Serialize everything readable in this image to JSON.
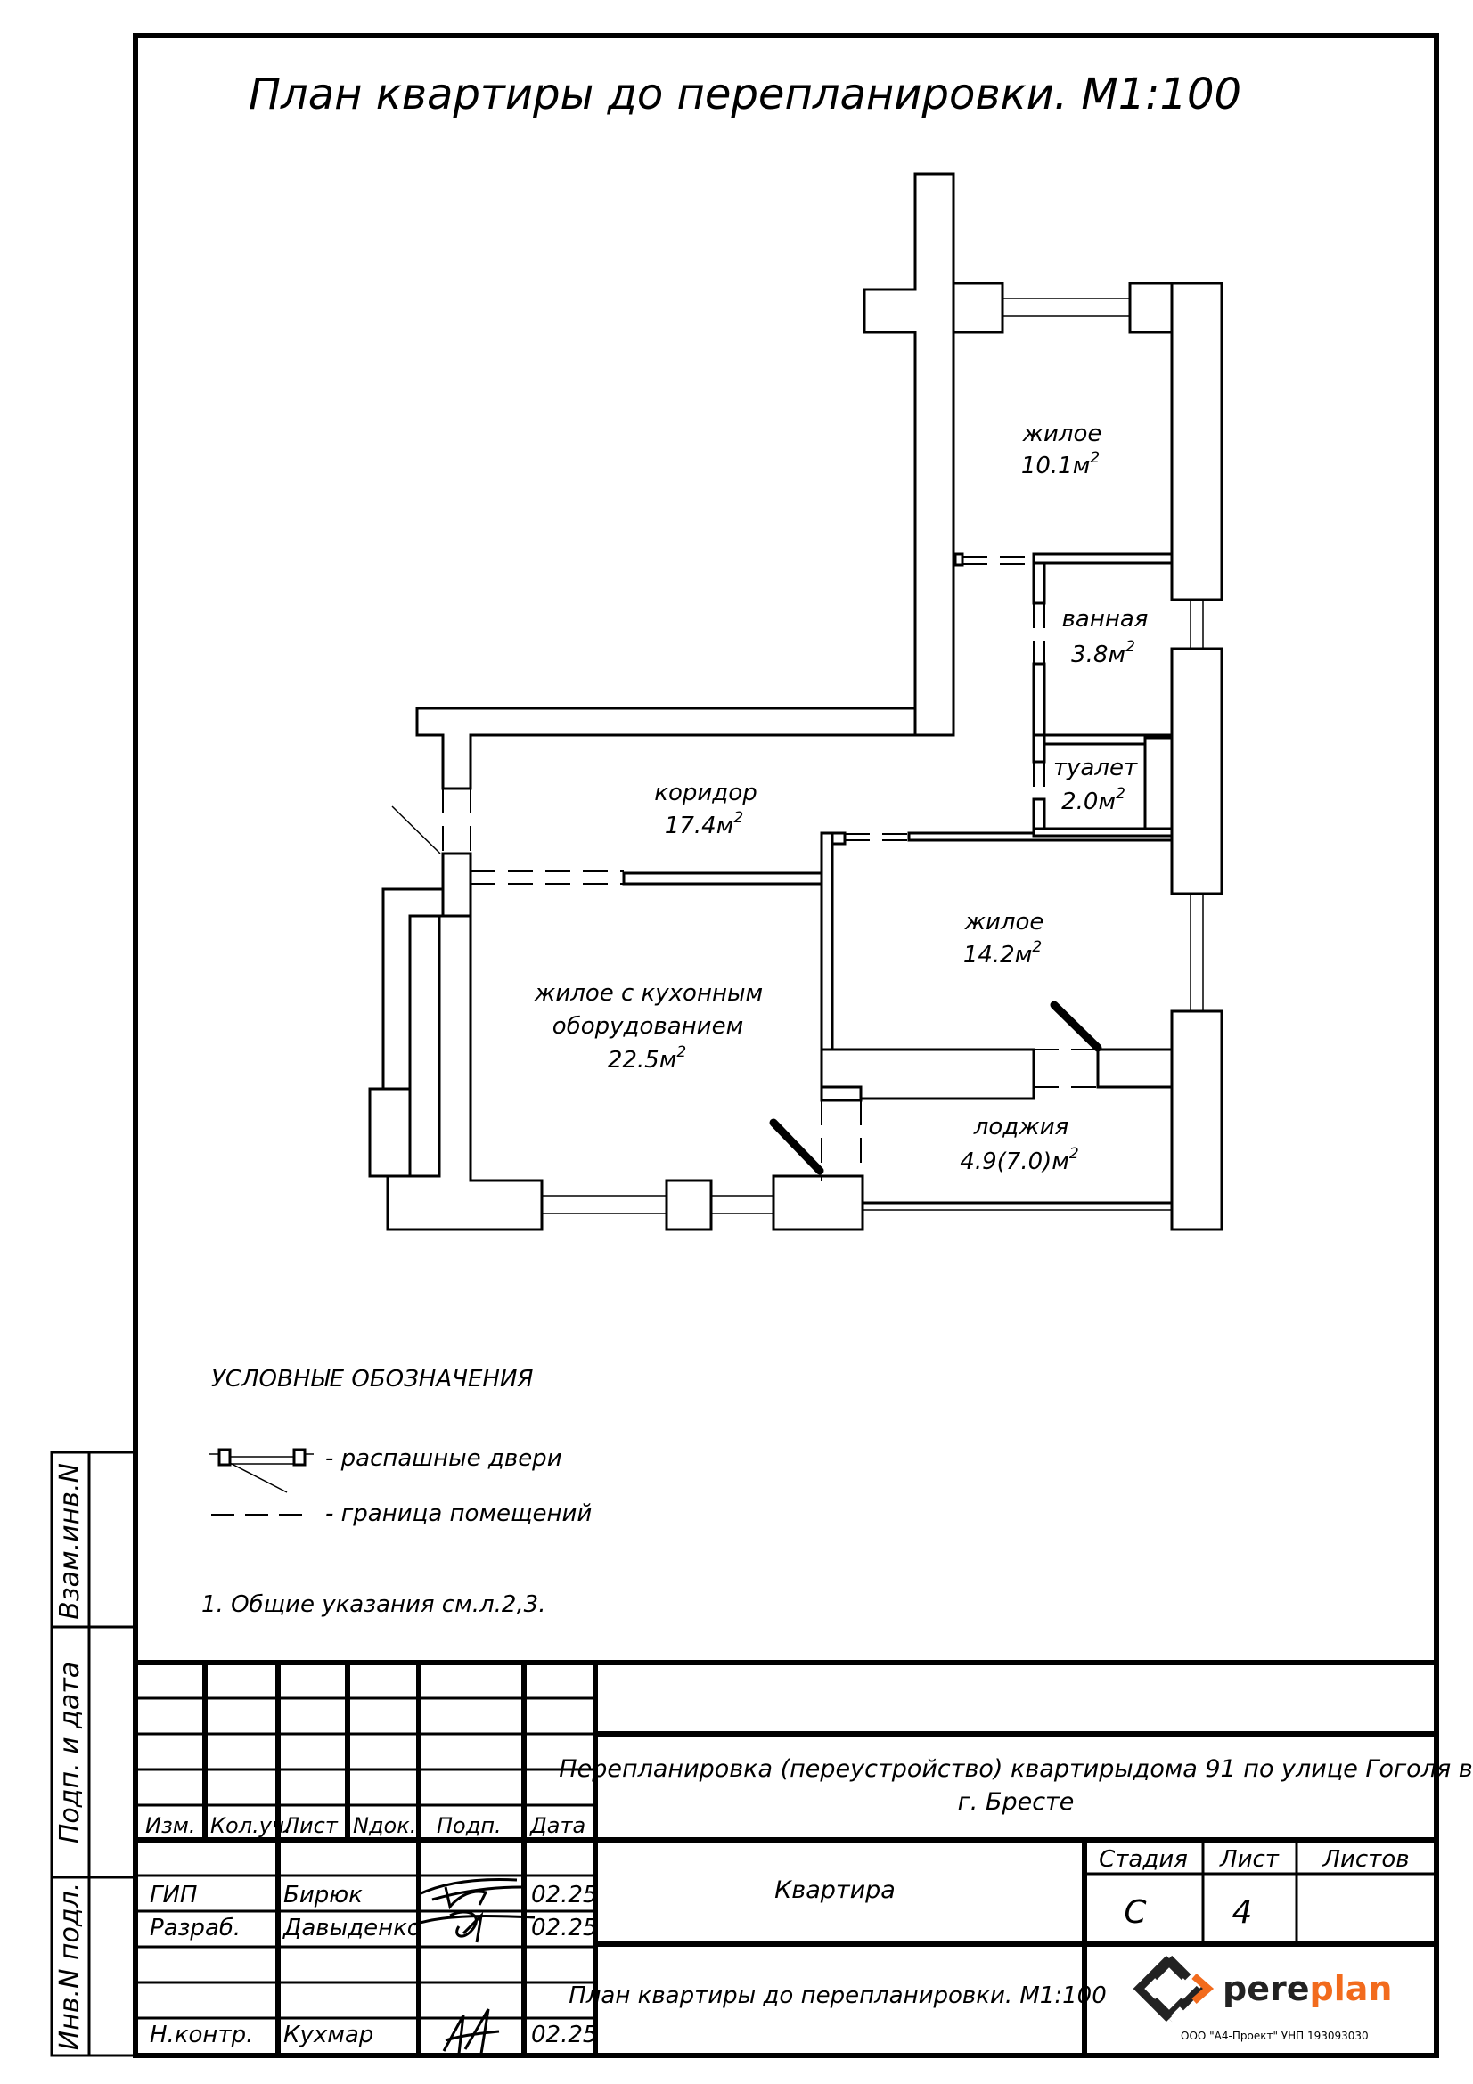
{
  "title": "План квартиры до перепланировки. М1:100",
  "rooms": [
    {
      "name": "жилое",
      "area": "10.1"
    },
    {
      "name": "ванная",
      "area": "3.8"
    },
    {
      "name": "туалет",
      "area": "2.0"
    },
    {
      "name": "коридор",
      "area": "17.4"
    },
    {
      "name": "жилое",
      "area": "14.2"
    },
    {
      "name_line1": "жилое с кухонным",
      "name_line2": "оборудованием",
      "area": "22.5"
    },
    {
      "name": "лоджия",
      "area": "4.9(7.0)"
    }
  ],
  "area_unit": "м",
  "area_sup": "2",
  "legend": {
    "heading": "УСЛОВНЫЕ ОБОЗНАЧЕНИЯ",
    "doors": "- распашные двери",
    "boundary": "- граница помещений"
  },
  "note": "1. Общие указания см.л.2,3.",
  "side_stamp": [
    "Взам.инв.N",
    "Подп. и дата",
    "Инв.N подл."
  ],
  "titleblock": {
    "headers": [
      "Изм.",
      "Кол.уч.",
      "Лист",
      "Nдок.",
      "Подп.",
      "Дата"
    ],
    "rows": [
      {
        "role": "ГИП",
        "name": "Бирюк",
        "date": "02.25"
      },
      {
        "role": "Разраб.",
        "name": "Давыденко",
        "date": "02.25"
      },
      {
        "role": "Н.контр.",
        "name": "Кухмар",
        "date": "02.25"
      }
    ],
    "project_line1": "Перепланировка (переустройство) квартирыдома 91 по улице Гоголя в",
    "project_line2": "г. Бресте",
    "object": "Квартира",
    "stage_label": "Стадия",
    "sheet_label": "Лист",
    "sheets_label": "Листов",
    "stage": "С",
    "sheet": "4",
    "sheets": "",
    "sheet_title": "План квартиры до перепланировки. М1:100",
    "logo_text_a": "pere",
    "logo_text_b": "plan",
    "company": "ООО \"А4-Проект\" УНП 193093030",
    "accent": "#f26b1d"
  }
}
